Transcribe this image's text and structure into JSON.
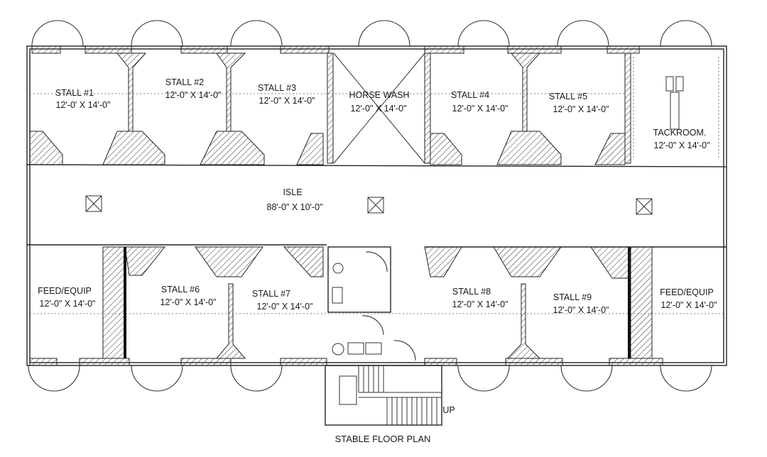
{
  "plan": {
    "title": "STABLE FLOOR PLAN",
    "up_label": "UP",
    "top_rooms": [
      {
        "name": "STALL #1",
        "size": "12'-0' X 14'-0\""
      },
      {
        "name": "STALL #2",
        "size": "12'-0\" X 14'-0\""
      },
      {
        "name": "STALL #3",
        "size": "12'-0\" X 14'-0\""
      },
      {
        "name": "HORSE WASH",
        "size": "12'-0\" X 14'-0\""
      },
      {
        "name": "STALL #4",
        "size": "12'-0\" X 14'-0\""
      },
      {
        "name": "STALL #5",
        "size": "12'-0\" X 14'-0\""
      },
      {
        "name": "TACKROOM.",
        "size": "12'-0\" X 14'-0\""
      }
    ],
    "isle": {
      "name": "ISLE",
      "size": "88'-0\" X 10'-0\""
    },
    "bottom_rooms": [
      {
        "name": "FEED/EQUIP",
        "size": "12'-0\" X 14'-0\""
      },
      {
        "name": "STALL #6",
        "size": "12'-0\" X 14'-0\""
      },
      {
        "name": "STALL #7",
        "size": "12'-0\" X 14'-0\""
      },
      {
        "name": "STALL #8",
        "size": "12'-0\" X 14'-0\""
      },
      {
        "name": "STALL #9",
        "size": "12'-0\" X 14'-0\""
      },
      {
        "name": "FEED/EQUIP",
        "size": "12'-0\" X 14'-0\""
      }
    ]
  }
}
